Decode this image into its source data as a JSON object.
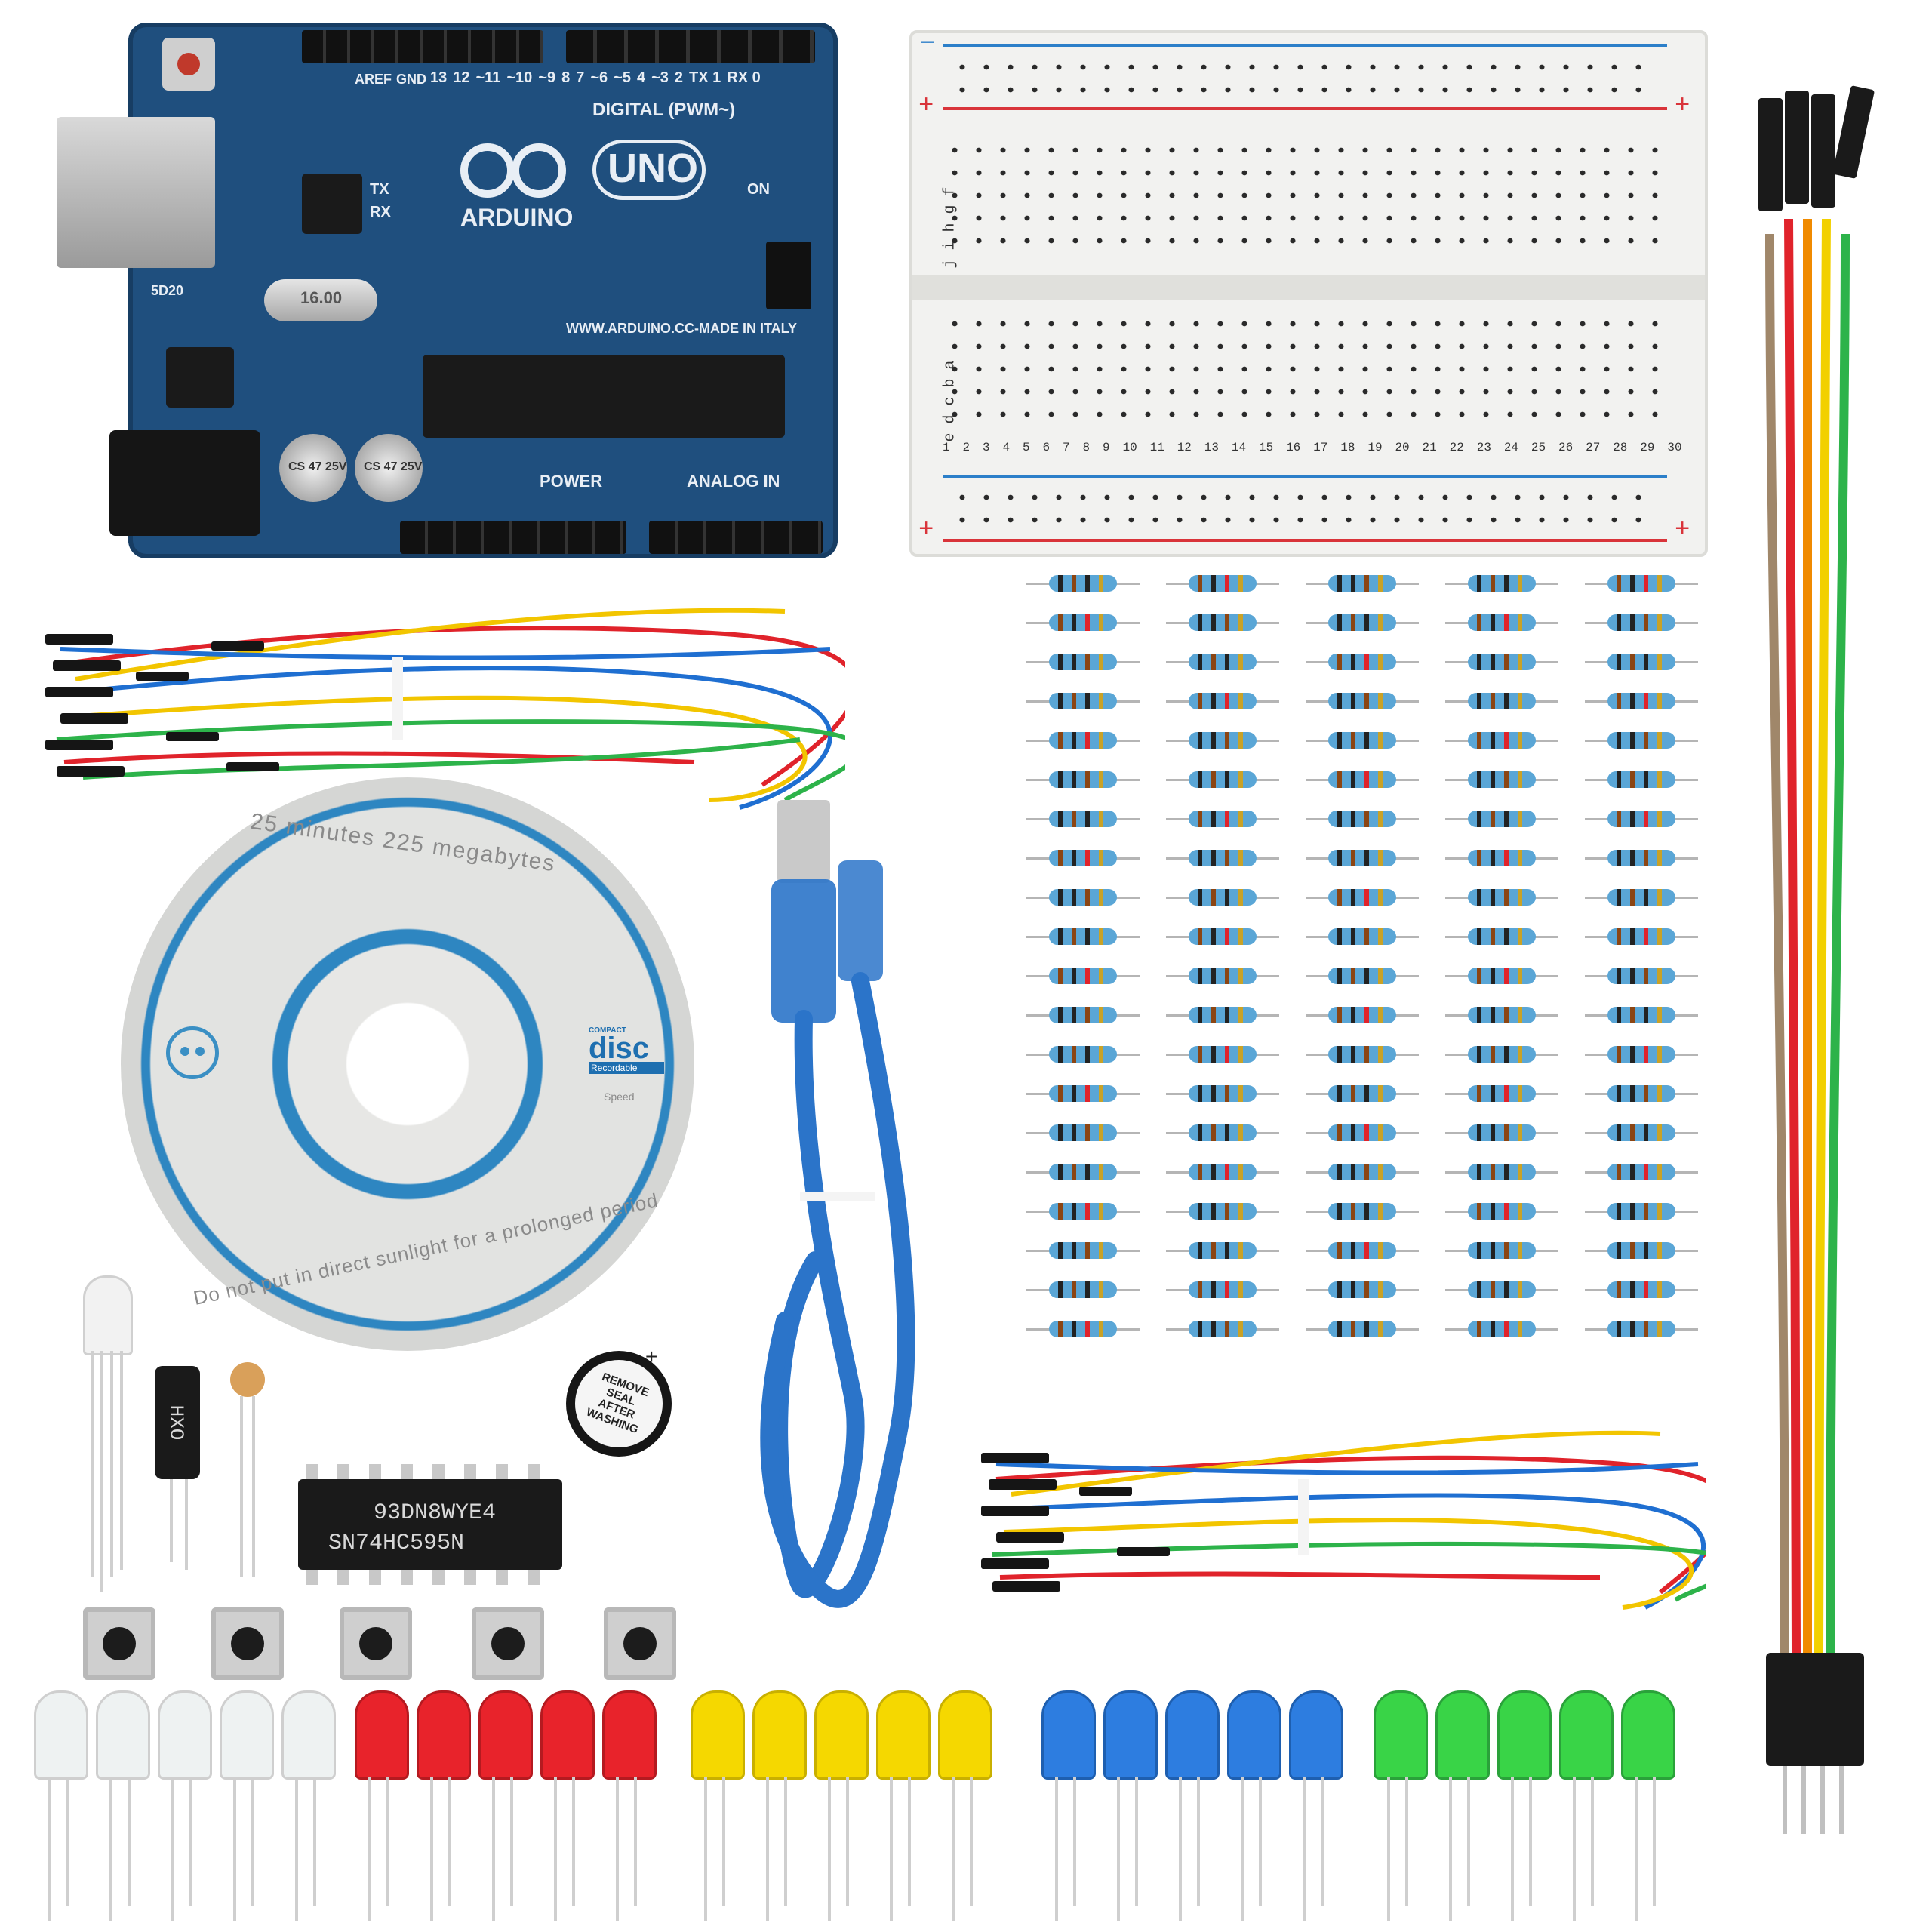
{
  "arduino": {
    "brand": "ARDUINO",
    "model": "UNO",
    "digital_label": "DIGITAL (PWM~)",
    "power_label": "POWER",
    "analog_label": "ANALOG IN",
    "on_label": "ON",
    "tx_label": "TX",
    "rx_label": "RX",
    "aref_label": "AREF",
    "gnd_label": "GND",
    "pin_labels": [
      "13",
      "12",
      "~11",
      "~10",
      "~9",
      "8",
      "7",
      "~6",
      "~5",
      "4",
      "~3",
      "2",
      "TX 1",
      "RX 0"
    ],
    "url_label": "WWW.ARDUINO.CC-MADE IN ITALY",
    "cap_label_1": "CS 47 25V",
    "cap_label_2": "CS 47 25V",
    "crystal_label": "16.00",
    "component_label": "5D20"
  },
  "breadboard": {
    "plus": "+",
    "minus": "−",
    "top_row_letters": "j i h g f",
    "bottom_row_letters": "e d c b a",
    "column_numbers": [
      "1",
      "2",
      "3",
      "4",
      "5",
      "6",
      "7",
      "8",
      "9",
      "10",
      "11",
      "12",
      "13",
      "14",
      "15",
      "16",
      "17",
      "18",
      "19",
      "20",
      "21",
      "22",
      "23",
      "24",
      "25",
      "26",
      "27",
      "28",
      "29",
      "30"
    ]
  },
  "cd": {
    "top_text": "25 minutes 225 megabytes",
    "bottom_text": "Do not put in direct sunlight for a prolonged period",
    "logo_small": "COMPACT",
    "logo_main": "disc",
    "logo_sub": "Recordable",
    "speed": "Speed"
  },
  "buzzer": {
    "text": "REMOVE SEAL AFTER WASHING",
    "plus": "+"
  },
  "ic": {
    "line1": "93DN8WYE4",
    "line2": "SN74HC595N"
  },
  "capacitor": {
    "label": "HXO"
  },
  "colors": {
    "board_blue": "#1f4f7e",
    "resistor_blue": "#5aa6d6",
    "usb_blue": "#2b74c9",
    "led_white": "#eef2f2",
    "led_red": "#e8232b",
    "led_yellow": "#f5d800",
    "led_blue": "#2d7de0",
    "led_green": "#39d447"
  }
}
